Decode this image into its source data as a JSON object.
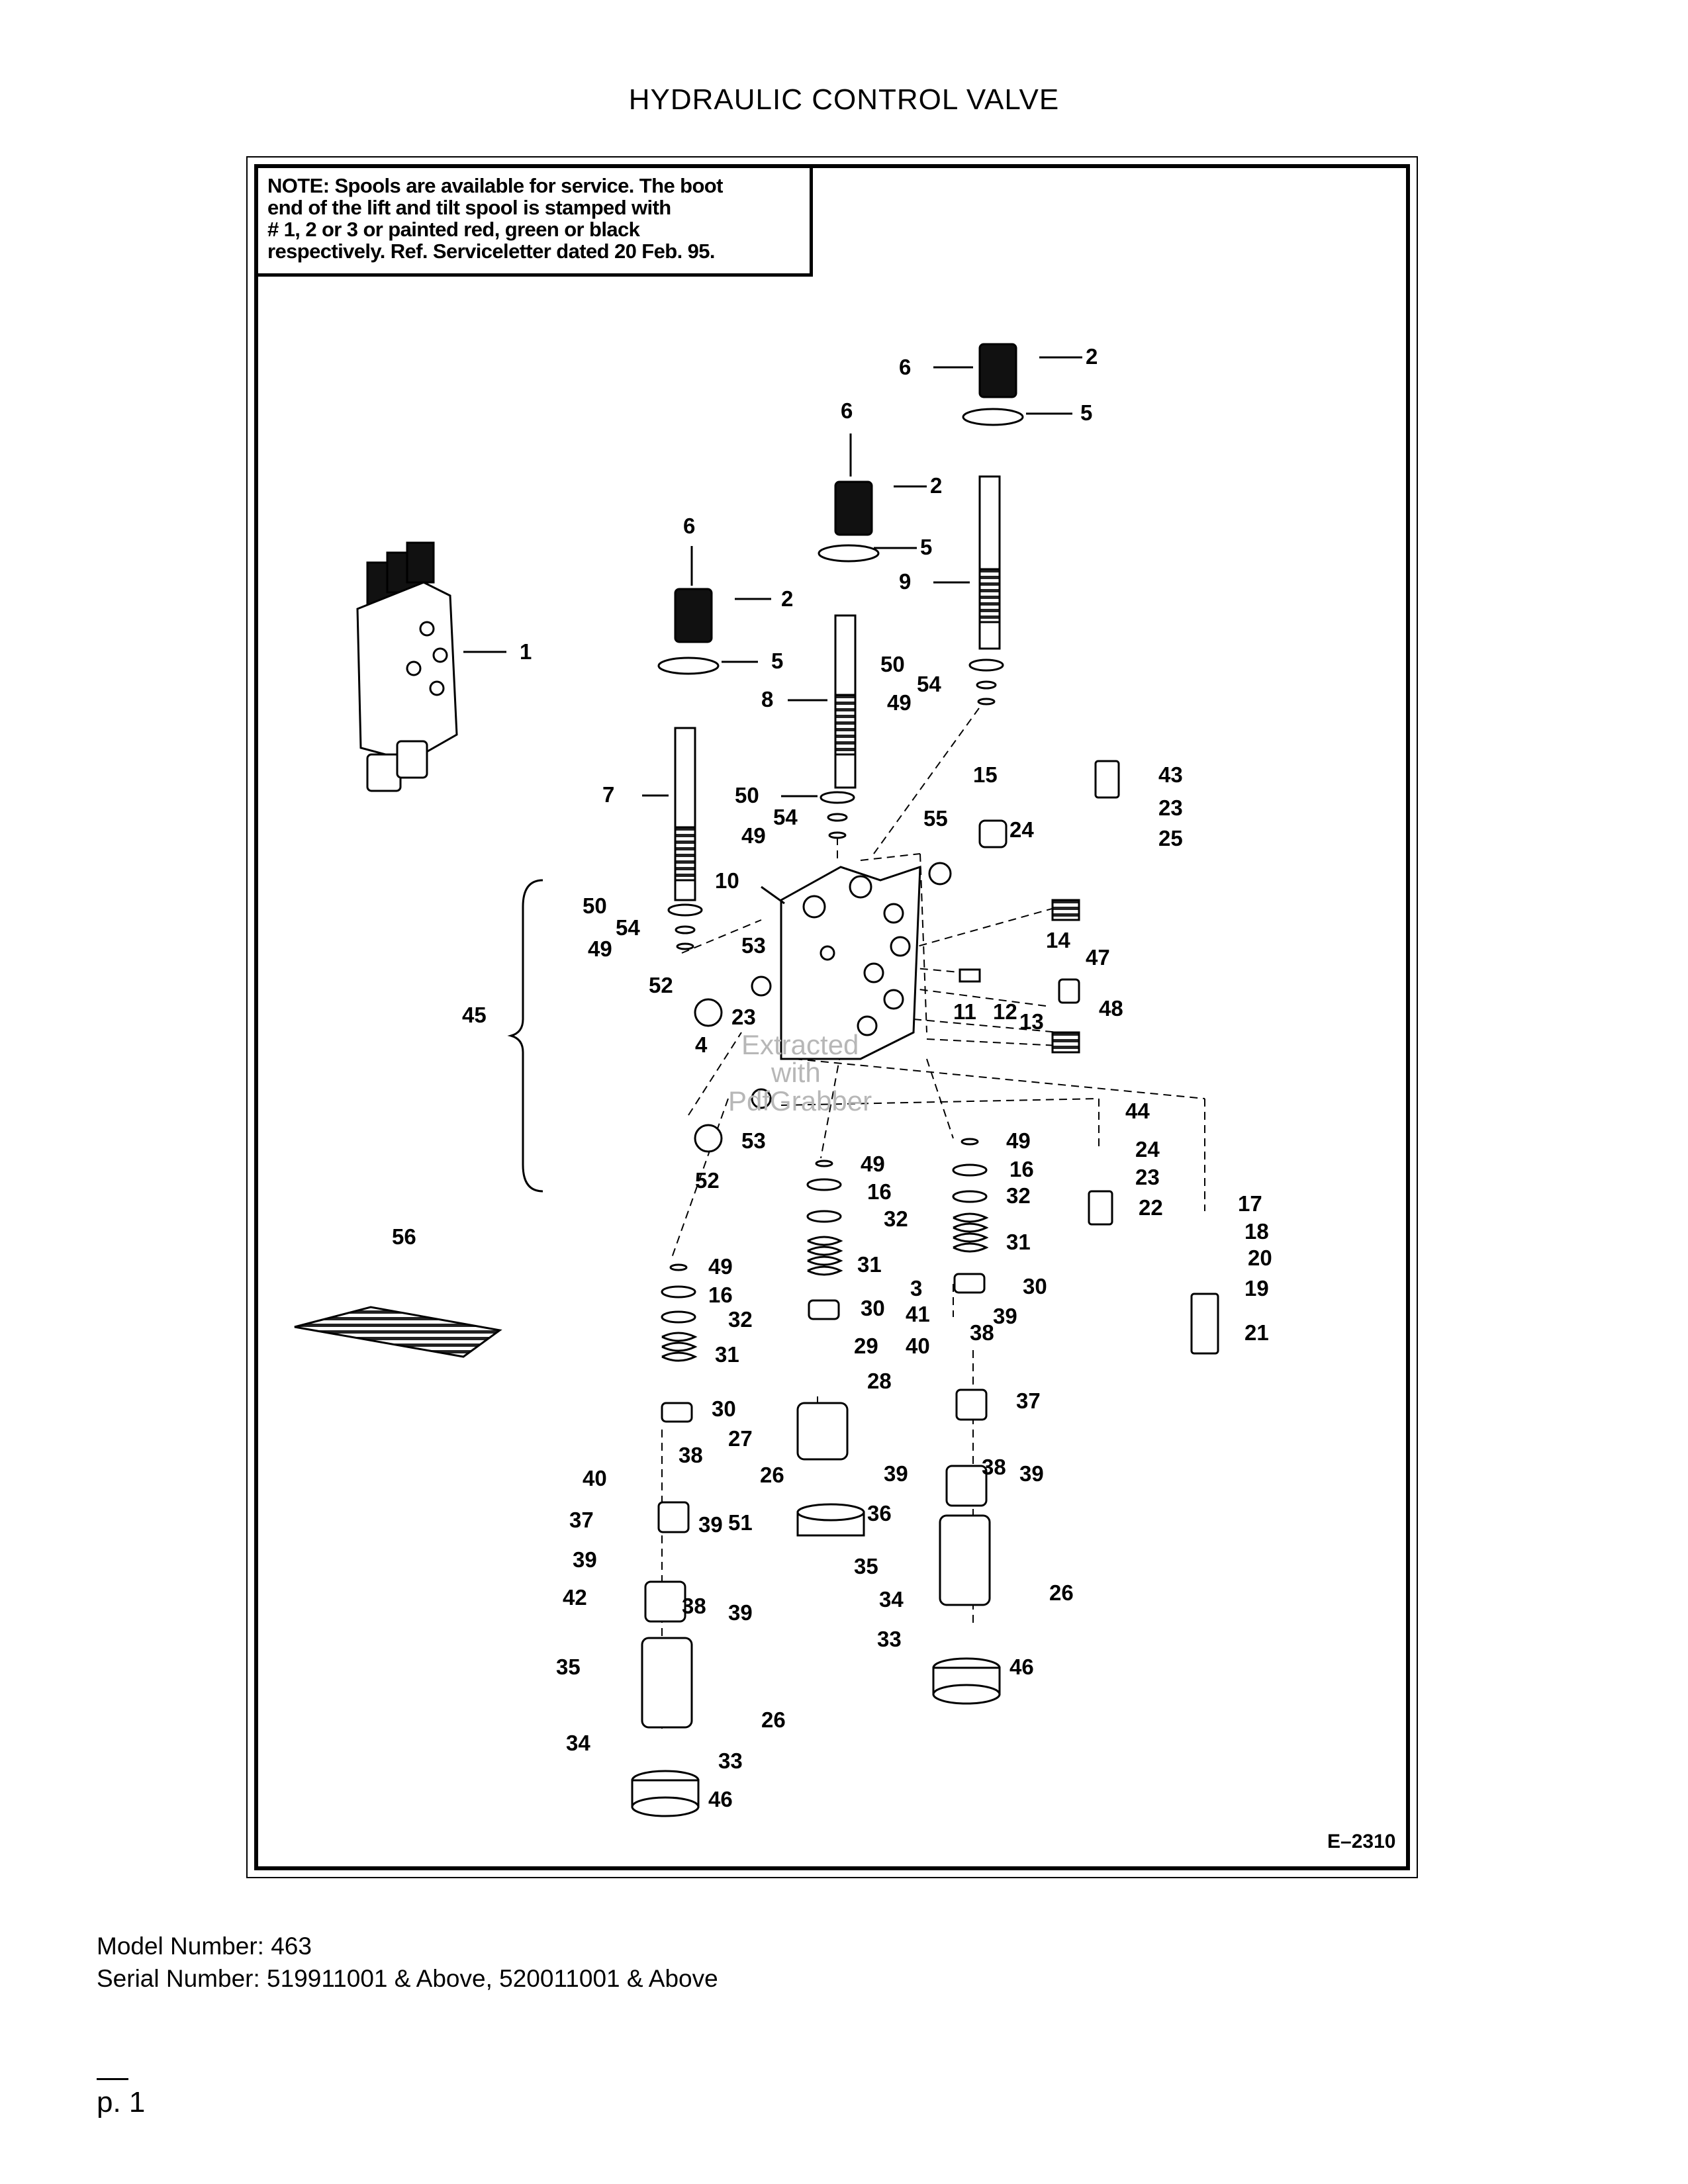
{
  "title": "HYDRAULIC CONTROL VALVE",
  "note": {
    "lines": [
      "NOTE: Spools are available for service.  The boot",
      "end of the lift and tilt spool is stamped with",
      "# 1, 2 or 3 or painted red, green or black",
      "respectively.  Ref. Serviceletter dated 20 Feb. 95."
    ]
  },
  "figure_code": "E–2310",
  "callouts": {
    "c1": "1",
    "c2a": "2",
    "c2b": "2",
    "c2c": "2",
    "c3a": "3",
    "c4": "4",
    "c5a": "5",
    "c5b": "5",
    "c5c": "5",
    "c6a": "6",
    "c6b": "6",
    "c6c": "6",
    "c7": "7",
    "c8": "8",
    "c9": "9",
    "c10": "10",
    "c11": "11",
    "c12": "12",
    "c13": "13",
    "c14": "14",
    "c15": "15",
    "c16a": "16",
    "c16b": "16",
    "c16c": "16",
    "c17": "17",
    "c18": "18",
    "c19": "19",
    "c20": "20",
    "c21": "21",
    "c22": "22",
    "c23a": "23",
    "c23b": "23",
    "c23c": "23",
    "c24a": "24",
    "c24b": "24",
    "c25": "25",
    "c26a": "26",
    "c26b": "26",
    "c26c": "26",
    "c27": "27",
    "c28": "28",
    "c29": "29",
    "c30a": "30",
    "c30b": "30",
    "c30c": "30",
    "c31a": "31",
    "c31b": "31",
    "c31c": "31",
    "c32a": "32",
    "c32b": "32",
    "c32c": "32",
    "c33a": "33",
    "c33b": "33",
    "c34a": "34",
    "c34b": "34",
    "c35a": "35",
    "c35b": "35",
    "c36": "36",
    "c37a": "37",
    "c37b": "37",
    "c38a": "38",
    "c38b": "38",
    "c38c": "38",
    "c38d": "38",
    "c39a": "39",
    "c39b": "39",
    "c39c": "39",
    "c39d": "39",
    "c39e": "39",
    "c39f": "39",
    "c40a": "40",
    "c40b": "40",
    "c41": "41",
    "c42": "42",
    "c43": "43",
    "c44": "44",
    "c45": "45",
    "c46a": "46",
    "c46b": "46",
    "c47": "47",
    "c48": "48",
    "c49a": "49",
    "c49b": "49",
    "c49c": "49",
    "c49d": "49",
    "c49e": "49",
    "c49f": "49",
    "c50a": "50",
    "c50b": "50",
    "c50c": "50",
    "c51": "51",
    "c52a": "52",
    "c52b": "52",
    "c53a": "53",
    "c53b": "53",
    "c54a": "54",
    "c54b": "54",
    "c54c": "54",
    "c55": "55",
    "c56": "56"
  },
  "watermark": [
    "Extracted",
    "with",
    "PdfGrabber"
  ],
  "model_number": "Model Number: 463",
  "serial_number": "Serial Number: 519911001 & Above, 520011001 & Above",
  "page_number": "p. 1"
}
